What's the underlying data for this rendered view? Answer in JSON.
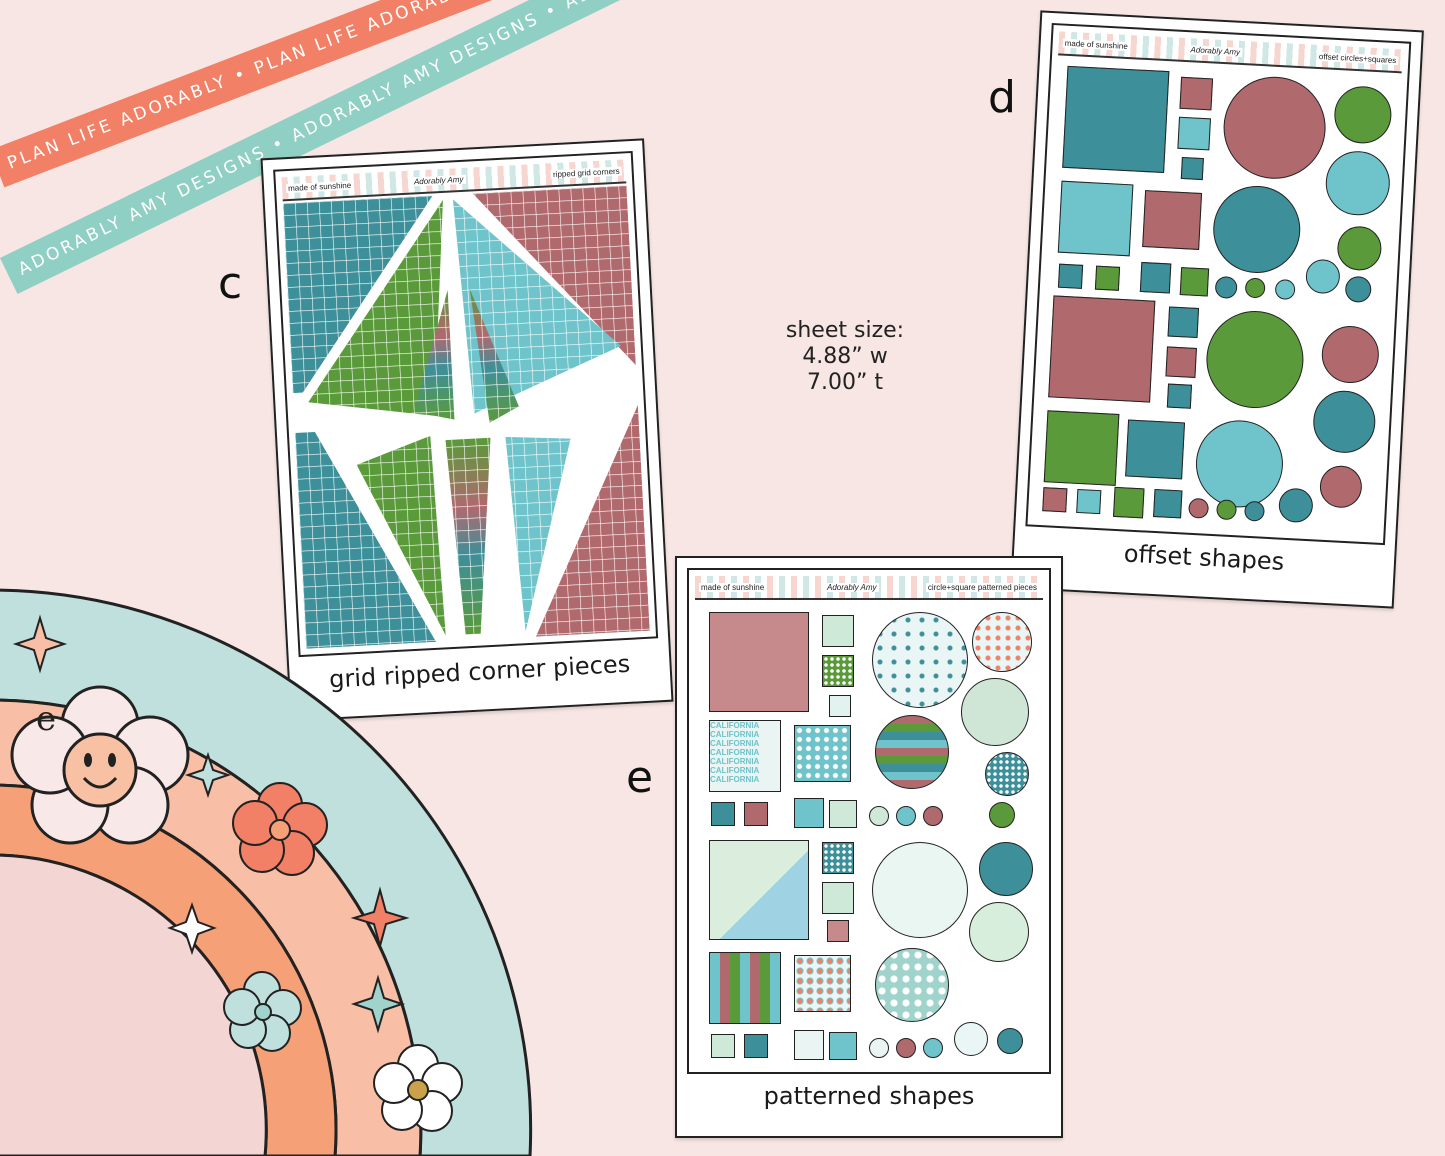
{
  "ribbons": {
    "coral": "PLAN LIFE ADORABLY • PLAN LIFE ADORABLY • PLAN LIFE ADORABLY • PLAN LIFE ADORABLY •",
    "teal": "ADORABLY AMY DESIGNS • ADORABLY AMY DESIGNS • ADORABLY AMY DESIGNS • ADORABLY AMY DESIGNS •"
  },
  "labels": {
    "c": "c",
    "d": "d",
    "e": "e"
  },
  "sheet_size": {
    "line1": "sheet size:",
    "line2": "4.88” w",
    "line3": "7.00” t"
  },
  "sheet_c": {
    "brand": "made of sunshine",
    "logo": "Adorably Amy",
    "kit": "ripped grid corners",
    "caption": "grid ripped corner pieces"
  },
  "sheet_d": {
    "brand": "made of sunshine",
    "logo": "Adorably Amy",
    "kit": "offset circles+squares",
    "caption": "offset shapes"
  },
  "sheet_e": {
    "brand": "made of sunshine",
    "logo": "Adorably Amy",
    "kit": "circle+square patterned pieces",
    "caption": "patterned shapes",
    "pattern_text": "CALIFORNIA"
  },
  "colors": {
    "teal": "#3d8f99",
    "aqua": "#6fc3ca",
    "rose": "#b0696d",
    "green": "#5a9a3a",
    "coral": "#f28066",
    "mint": "#9fd3cc"
  },
  "rainbow": {
    "face": "e"
  }
}
